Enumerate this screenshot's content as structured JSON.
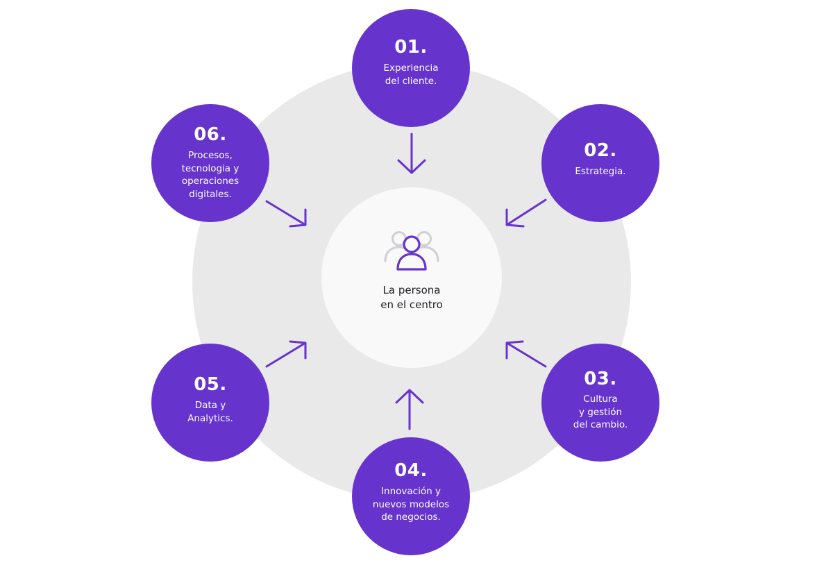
{
  "center": {
    "label": "La persona\nen el centro",
    "icon": "people-group-icon"
  },
  "colors": {
    "accent": "#6633cc",
    "ring": "#e9e9ea",
    "center": "#f9f9fa",
    "icon_gray": "#cfcfd4"
  },
  "nodes": [
    {
      "number": "01.",
      "text": "Experiencia\ndel cliente."
    },
    {
      "number": "02.",
      "text": "Estrategia."
    },
    {
      "number": "03.",
      "text": "Cultura\ny gestión\ndel cambio."
    },
    {
      "number": "04.",
      "text": "Innovación y\nnuevos modelos\nde negocios."
    },
    {
      "number": "05.",
      "text": "Data y\nAnalytics."
    },
    {
      "number": "06.",
      "text": "Procesos,\ntecnologia y\noperaciones\ndigitales."
    }
  ]
}
